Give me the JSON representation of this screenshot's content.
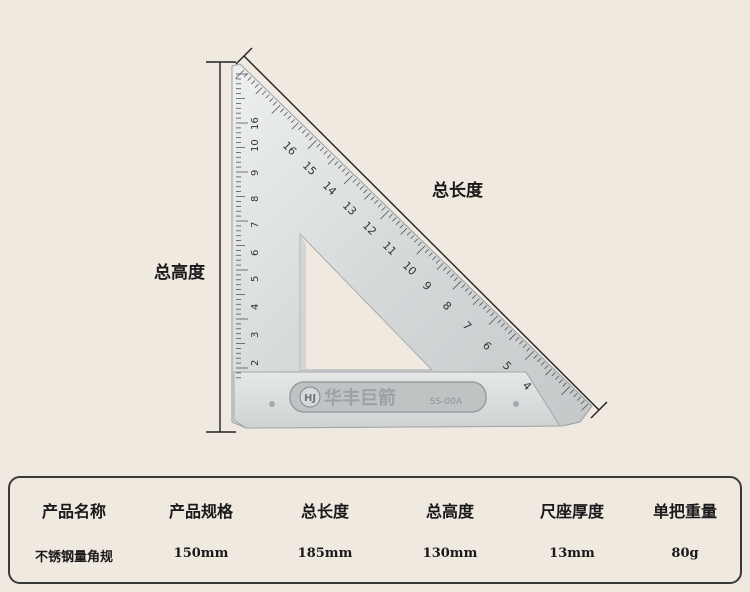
{
  "dimensions": {
    "total_length_label": "总长度",
    "total_height_label": "总高度"
  },
  "ruler": {
    "hypotenuse_numbers": [
      "16",
      "15",
      "14",
      "13",
      "12",
      "11",
      "10",
      "9",
      "8",
      "7",
      "6",
      "5",
      "4"
    ],
    "vertical_numbers": [
      "16",
      "10",
      "9",
      "8",
      "7",
      "6",
      "5",
      "4",
      "3",
      "2"
    ],
    "brand_text": "华丰巨箭",
    "model_text": "SS-00A",
    "logo_text": "HJ"
  },
  "spec_table": {
    "headers": [
      "产品名称",
      "产品规格",
      "总长度",
      "总高度",
      "尺座厚度",
      "单把重量"
    ],
    "values": [
      "不锈钢量角规",
      "150mm",
      "185mm",
      "130mm",
      "13mm",
      "80g"
    ]
  },
  "colors": {
    "background": "#efe9e0",
    "metal": "#d9dcdc",
    "text": "#1a1a1a"
  }
}
